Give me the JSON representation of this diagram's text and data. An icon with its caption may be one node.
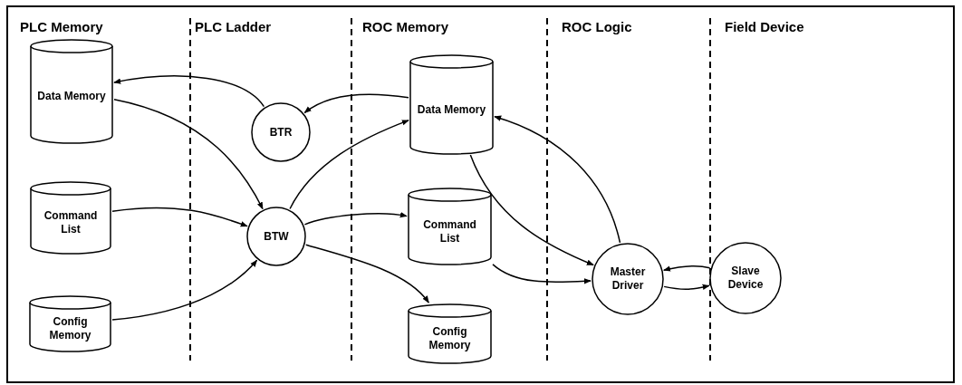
{
  "diagram": {
    "nodes": [
      {
        "text": [
          "Data Memory"
        ]
      },
      {
        "text": [
          "Command List"
        ]
      },
      {
        "text": [
          "Config Memory"
        ]
      },
      {
        "text": [
          "BTR"
        ]
      },
      {
        "text": [
          "BTW"
        ]
      },
      {
        "text": [
          "Data Memory"
        ]
      },
      {
        "text": [
          "Command List"
        ]
      },
      {
        "text": [
          "Config Memory"
        ]
      },
      {
        "text": [
          "Master Driver"
        ]
      },
      {
        "text": [
          "Slave Device"
        ]
      }
    ],
    "edges": [
      {
        "from": 3,
        "to": 0,
        "arrow": "to"
      },
      {
        "from": 5,
        "to": 3,
        "arrow": "to"
      },
      {
        "from": 0,
        "to": 4,
        "arrow": "to"
      },
      {
        "from": 1,
        "to": 4,
        "arrow": "to"
      },
      {
        "from": 2,
        "to": 4,
        "arrow": "to"
      },
      {
        "from": 4,
        "to": 5,
        "arrow": "to"
      },
      {
        "from": 4,
        "to": 6,
        "arrow": "to"
      },
      {
        "from": 4,
        "to": 7,
        "arrow": "to"
      },
      {
        "from": 8,
        "to": 5,
        "arrow": "to"
      },
      {
        "from": 5,
        "to": 8,
        "arrow": "to"
      },
      {
        "from": 6,
        "to": 8,
        "arrow": "to"
      },
      {
        "from": 9,
        "to": 8,
        "arrow": "to"
      },
      {
        "from": 8,
        "to": 9,
        "arrow": "to"
      }
    ],
    "labels": [
      "PLC Memory",
      "PLC Ladder",
      "ROC Memory",
      "ROC Logic",
      "Field Device"
    ]
  }
}
